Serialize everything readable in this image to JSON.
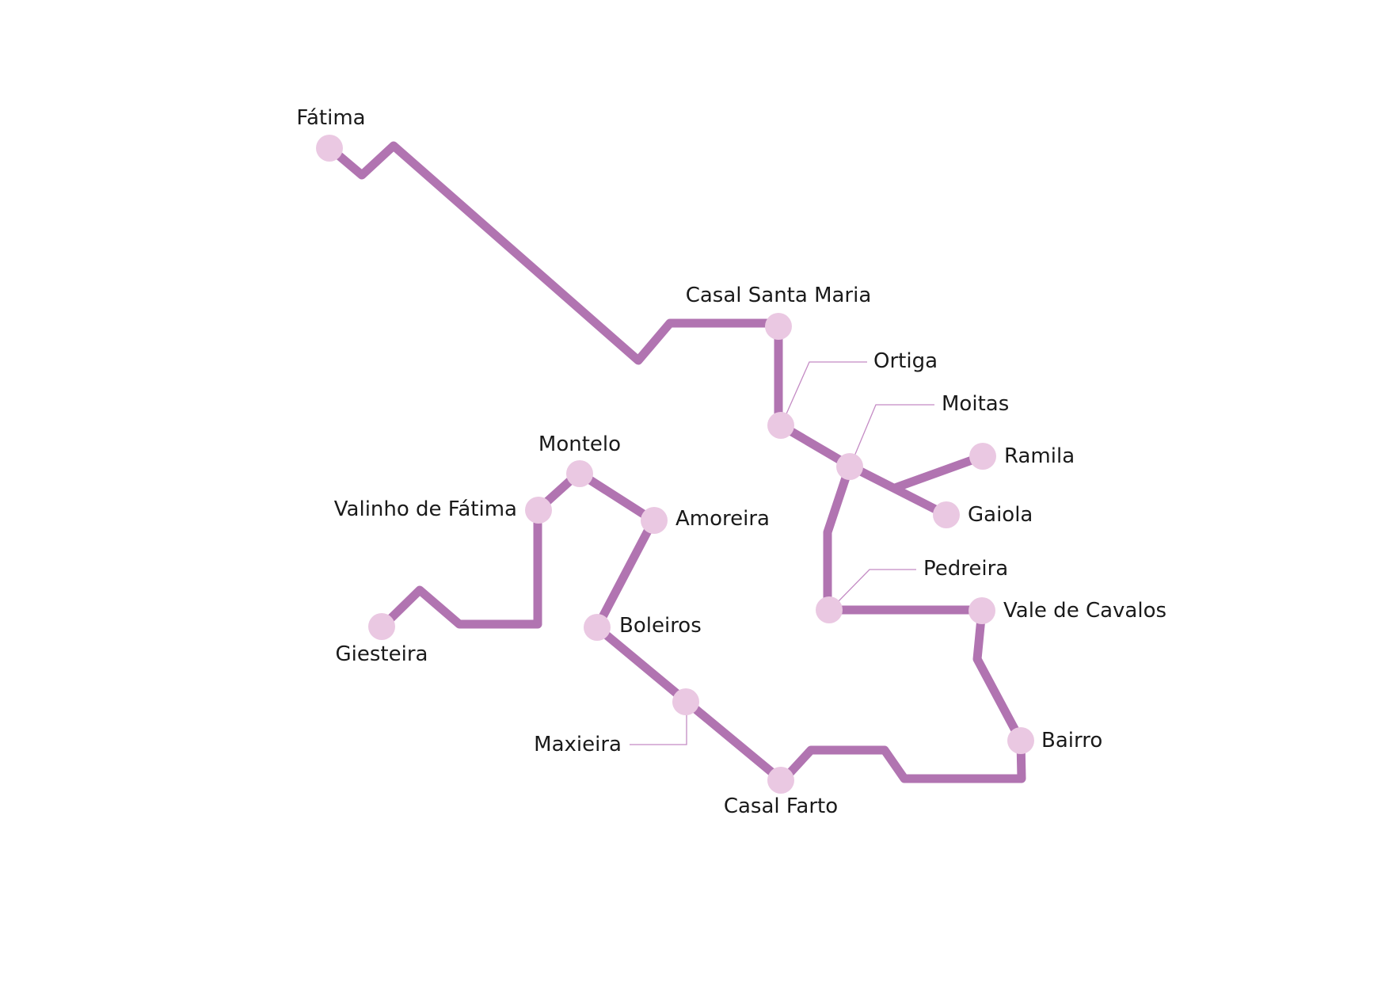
{
  "colors": {
    "route": "#b174b1",
    "stop": "#eac8e2",
    "leader": "#c48bc4",
    "label": "#1a1a1a",
    "background": "#ffffff"
  },
  "stops": [
    {
      "id": "fatima",
      "name": "Fátima"
    },
    {
      "id": "casal-santa-maria",
      "name": "Casal Santa Maria"
    },
    {
      "id": "ortiga",
      "name": "Ortiga"
    },
    {
      "id": "moitas",
      "name": "Moitas"
    },
    {
      "id": "ramila",
      "name": "Ramila"
    },
    {
      "id": "gaiola",
      "name": "Gaiola"
    },
    {
      "id": "pedreira",
      "name": "Pedreira"
    },
    {
      "id": "vale-de-cavalos",
      "name": "Vale de Cavalos"
    },
    {
      "id": "bairro",
      "name": "Bairro"
    },
    {
      "id": "casal-farto",
      "name": "Casal Farto"
    },
    {
      "id": "maxieira",
      "name": "Maxieira"
    },
    {
      "id": "boleiros",
      "name": "Boleiros"
    },
    {
      "id": "amoreira",
      "name": "Amoreira"
    },
    {
      "id": "montelo",
      "name": "Montelo"
    },
    {
      "id": "valinho-de-fatima",
      "name": "Valinho de Fátima"
    },
    {
      "id": "giesteira",
      "name": "Giesteira"
    }
  ]
}
